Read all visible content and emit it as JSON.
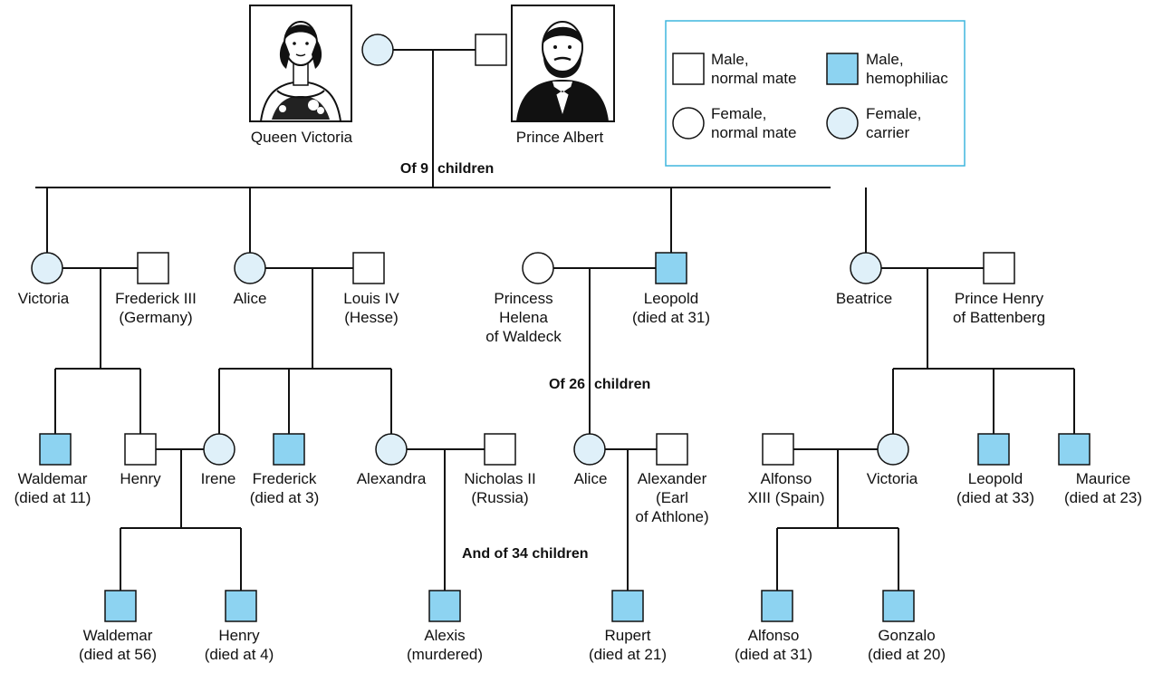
{
  "colors": {
    "carrier_fill": "#dff0f9",
    "hemophiliac_fill": "#8dd3f1",
    "normal_fill": "#ffffff",
    "line": "#111111",
    "legend_border": "#3fb6dd"
  },
  "portraits": [
    {
      "id": "victoria",
      "label": "Queen Victoria"
    },
    {
      "id": "albert",
      "label": "Prince Albert"
    }
  ],
  "legend": [
    {
      "id": "male-normal",
      "shape": "square",
      "status": "normal",
      "lines": [
        "Male,",
        "normal mate"
      ]
    },
    {
      "id": "male-hemophiliac",
      "shape": "square",
      "status": "hemophiliac",
      "lines": [
        "Male,",
        "hemophiliac"
      ]
    },
    {
      "id": "female-normal",
      "shape": "circle",
      "status": "normal",
      "lines": [
        "Female,",
        "normal mate"
      ]
    },
    {
      "id": "female-carrier",
      "shape": "circle",
      "status": "carrier",
      "lines": [
        "Female,",
        "carrier"
      ]
    }
  ],
  "annotations": [
    {
      "id": "of-9",
      "parts": [
        "Of 9",
        "children"
      ]
    },
    {
      "id": "of-26",
      "parts": [
        "Of 26",
        "children"
      ]
    },
    {
      "id": "of-34",
      "parts": [
        "And of 34 children"
      ]
    }
  ],
  "people": [
    {
      "id": "queen-victoria",
      "sex": "F",
      "status": "carrier",
      "lines": []
    },
    {
      "id": "prince-albert",
      "sex": "M",
      "status": "normal",
      "lines": []
    },
    {
      "id": "victoria-1",
      "sex": "F",
      "status": "carrier",
      "lines": [
        "Victoria"
      ]
    },
    {
      "id": "frederick-iii",
      "sex": "M",
      "status": "normal",
      "lines": [
        "Frederick III",
        "(Germany)"
      ]
    },
    {
      "id": "alice-1",
      "sex": "F",
      "status": "carrier",
      "lines": [
        "Alice"
      ]
    },
    {
      "id": "louis-iv",
      "sex": "M",
      "status": "normal",
      "lines": [
        "Louis IV",
        "(Hesse)"
      ]
    },
    {
      "id": "helena",
      "sex": "F",
      "status": "normal",
      "lines": [
        "Princess",
        "Helena",
        "of Waldeck"
      ]
    },
    {
      "id": "leopold-1",
      "sex": "M",
      "status": "hemophiliac",
      "lines": [
        "Leopold",
        "(died at 31)"
      ]
    },
    {
      "id": "beatrice",
      "sex": "F",
      "status": "carrier",
      "lines": [
        "Beatrice"
      ]
    },
    {
      "id": "henry-battenberg",
      "sex": "M",
      "status": "normal",
      "lines": [
        "Prince Henry",
        "of Battenberg"
      ]
    },
    {
      "id": "waldemar-1",
      "sex": "M",
      "status": "hemophiliac",
      "lines": [
        "Waldemar",
        "(died at 11)"
      ]
    },
    {
      "id": "henry-1",
      "sex": "M",
      "status": "normal",
      "lines": [
        "Henry"
      ]
    },
    {
      "id": "irene",
      "sex": "F",
      "status": "carrier",
      "lines": [
        "Irene"
      ]
    },
    {
      "id": "frederick",
      "sex": "M",
      "status": "hemophiliac",
      "lines": [
        "Frederick",
        "(died at 3)"
      ]
    },
    {
      "id": "alexandra",
      "sex": "F",
      "status": "carrier",
      "lines": [
        "Alexandra"
      ]
    },
    {
      "id": "nicholas-ii",
      "sex": "M",
      "status": "normal",
      "lines": [
        "Nicholas II",
        "(Russia)"
      ]
    },
    {
      "id": "alice-2",
      "sex": "F",
      "status": "carrier",
      "lines": [
        "Alice"
      ]
    },
    {
      "id": "alexander",
      "sex": "M",
      "status": "normal",
      "lines": [
        "Alexander",
        "(Earl",
        "of Athlone)"
      ]
    },
    {
      "id": "alfonso-xiii",
      "sex": "M",
      "status": "normal",
      "lines": [
        "Alfonso",
        "XIII (Spain)"
      ]
    },
    {
      "id": "victoria-2",
      "sex": "F",
      "status": "carrier",
      "lines": [
        "Victoria"
      ]
    },
    {
      "id": "leopold-2",
      "sex": "M",
      "status": "hemophiliac",
      "lines": [
        "Leopold",
        "(died at 33)"
      ]
    },
    {
      "id": "maurice",
      "sex": "M",
      "status": "hemophiliac",
      "lines": [
        "Maurice",
        "(died at 23)"
      ]
    },
    {
      "id": "waldemar-2",
      "sex": "M",
      "status": "hemophiliac",
      "lines": [
        "Waldemar",
        "(died at 56)"
      ]
    },
    {
      "id": "henry-2",
      "sex": "M",
      "status": "hemophiliac",
      "lines": [
        "Henry",
        "(died at 4)"
      ]
    },
    {
      "id": "alexis",
      "sex": "M",
      "status": "hemophiliac",
      "lines": [
        "Alexis",
        "(murdered)"
      ]
    },
    {
      "id": "rupert",
      "sex": "M",
      "status": "hemophiliac",
      "lines": [
        "Rupert",
        "(died at 21)"
      ]
    },
    {
      "id": "alfonso",
      "sex": "M",
      "status": "hemophiliac",
      "lines": [
        "Alfonso",
        "(died at 31)"
      ]
    },
    {
      "id": "gonzalo",
      "sex": "M",
      "status": "hemophiliac",
      "lines": [
        "Gonzalo",
        "(died at 20)"
      ]
    }
  ]
}
